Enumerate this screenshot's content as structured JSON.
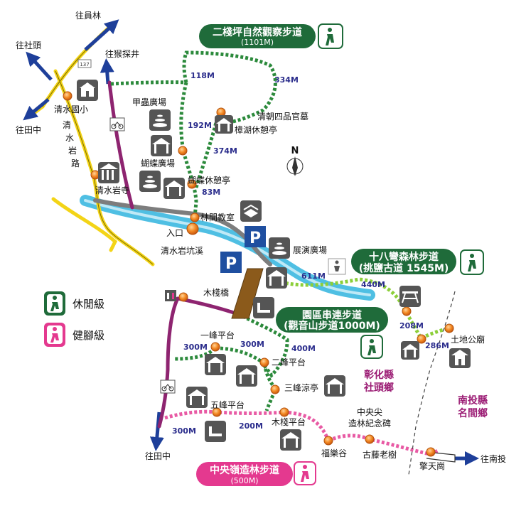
{
  "headers": {
    "erling": {
      "title": "二棧坪自然觀察步道",
      "length": "(1101M)"
    },
    "shibawan": {
      "title": "十八彎森林步道",
      "subtitle": "(挑鹽古道 1545M)"
    },
    "yuanqu": {
      "title": "園區串連步道",
      "subtitle": "(觀音山步道1000M)"
    },
    "zhongyang": {
      "title": "中央嶺造林步道",
      "length": "(500M)"
    }
  },
  "directions": {
    "yuanlin": "往員林",
    "shetou": "往社頭",
    "houtanjing": "往猴探井",
    "tianzhong_top": "往田中",
    "tianzhong_bottom": "往田中",
    "nantou": "往南投"
  },
  "places": {
    "qingshui_school": "清水國小",
    "qingshui_road": [
      "清",
      "水",
      "岩",
      "路"
    ],
    "qingshui_temple": "清水岩寺",
    "jiachong": "甲蟲廣場",
    "butterfly_plaza": "蝴蝶廣場",
    "butterfly_pavilion": "蝴蝶休憩亭",
    "zhanghu": "樟湖休憩亭",
    "qingchao": "清朝四品官墓",
    "forest_classroom": "林間教室",
    "entrance": "入口",
    "creek": "清水岩坑溪",
    "exhibit": "展演廣場",
    "muzhan_bridge": "木棧橋",
    "yifeng": "一峰平台",
    "erfeng": "二峰平台",
    "sanfeng": "三峰涼亭",
    "wufeng": "五峰平台",
    "muzhan_platform": "木棧平台",
    "zhongyangjian": [
      "中央尖",
      "造林紀念碑"
    ],
    "fulegu": "福樂谷",
    "guteng": "古藤老樹",
    "qingtiangang": "擎天崗",
    "tudi": "土地公廟"
  },
  "counties": {
    "changhua": [
      "彰化縣",
      "社頭鄉"
    ],
    "nantou": [
      "南投縣",
      "名間鄉"
    ]
  },
  "distances": {
    "d118": "118M",
    "d334": "334M",
    "d192": "192M",
    "d374": "374M",
    "d83": "83M",
    "d611": "611M",
    "d440": "440M",
    "d208": "208M",
    "d286": "286M",
    "d300a": "300M",
    "d300b": "300M",
    "d400": "400M",
    "d300c": "300M",
    "d200": "200M"
  },
  "road_number": "137",
  "compass": "N",
  "parking": "P",
  "legend": {
    "leisure": "休閒級",
    "hiking": "健腳級"
  },
  "colors": {
    "green_header": "#1f6b3a",
    "pink_header": "#e4398f",
    "trail_green": "#2c8a3c",
    "trail_light": "#8ccf3a",
    "trail_purple": "#8e2470",
    "trail_pink": "#e85aa4",
    "road_yellow": "#f3d417",
    "road_gray": "#7d7d7d",
    "creek_blue": "#3cb8e0",
    "parking_blue": "#1f4fa0",
    "marker_orange": "#f07f1e",
    "county_label": "#9b1c74"
  }
}
